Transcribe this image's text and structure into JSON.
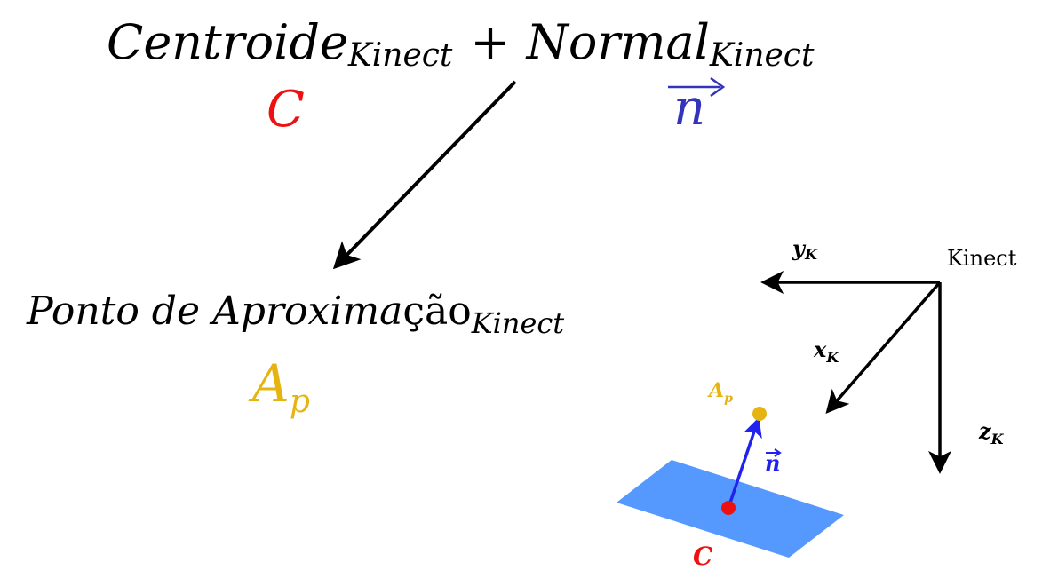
{
  "equation": {
    "centroid_main": "Centroide",
    "centroid_sub": "Kinect",
    "plus": "+",
    "normal_main": "Normal",
    "normal_sub": "Kinect",
    "centroid_symbol": "C",
    "normal_symbol": "n"
  },
  "result": {
    "main": "Ponto de Aproxima",
    "main_upright": "ção",
    "sub": "Kinect",
    "symbol_main": "A",
    "symbol_sub": "p"
  },
  "axes": {
    "origin_label": "Kinect",
    "y_main": "y",
    "y_sub": "K",
    "x_main": "x",
    "x_sub": "K",
    "z_main": "z",
    "z_sub": "K"
  },
  "scene": {
    "point_main": "A",
    "point_sub": "p",
    "normal_label": "n",
    "centroid_label": "C"
  },
  "colors": {
    "ink": "#000000",
    "red": "#ee1111",
    "blue": "#3333bb",
    "normal_arrow": "#2222ee",
    "gold": "#e6b410",
    "plane": "#5599ff"
  }
}
